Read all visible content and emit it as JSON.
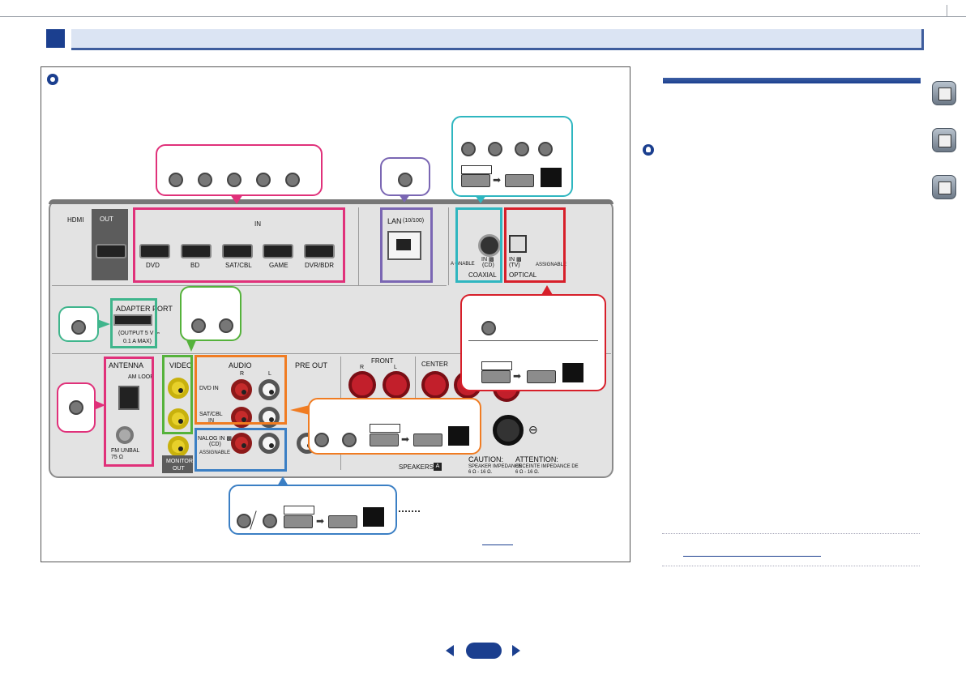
{
  "header": {
    "chapter_color": "#1b3f8f",
    "bar_color": "#dbe4f3"
  },
  "panel": {
    "hdmi": {
      "title": "HDMI",
      "out_label": "OUT",
      "in_label": "IN",
      "inputs": [
        "DVD",
        "BD",
        "SAT/CBL",
        "GAME",
        "DVR/BDR"
      ]
    },
    "lan": {
      "label": "LAN",
      "sub": "(10/100)"
    },
    "coaxial": {
      "assign_label": "A  GNABLE",
      "in_label": "IN ▩",
      "sub": "(CD)",
      "title": "COAXIAL"
    },
    "optical": {
      "in_label": "IN ▩",
      "sub": "(TV)",
      "assign_label": "ASSIGNABLE",
      "title": "OPTICAL"
    },
    "adapter": {
      "title": "ADAPTER PORT",
      "spec1": "(OUTPUT  5 V  ⎓",
      "spec2": "0.1 A  MAX)"
    },
    "antenna": {
      "title": "ANTENNA",
      "am": "AM LOOP",
      "fm1": "FM UNBAL",
      "fm2": "75 Ω"
    },
    "video": {
      "title": "VIDEO",
      "monitor1": "MONITOR",
      "monitor2": "OUT"
    },
    "audio": {
      "title": "AUDIO",
      "r": "R",
      "l": "L",
      "dvd_in": "DVD IN",
      "sat1": "SAT/CBL",
      "sat2": "IN",
      "analog1": "NALOG IN ▩",
      "analog2": "(CD)",
      "analog3": "ASSIGNABLE"
    },
    "preout": "PRE OUT",
    "speakers": {
      "front": "FRONT",
      "center": "CENTER",
      "r": "R",
      "l": "L",
      "label": "SPEAKERS",
      "badge": "A",
      "minus": "⊖"
    },
    "caution": {
      "title": "CAUTION:",
      "l1": "SPEAKER IMPEDANCE",
      "l2": "6 Ω - 16 Ω."
    },
    "attention": {
      "title": "ATTENTION:",
      "l1": "ENCEINTE IMPEDANCE DE",
      "l2": "6 Ω - 16 Ω."
    }
  },
  "colors": {
    "pink": "#e0317a",
    "purple": "#7a66b3",
    "cyan": "#2fb6c0",
    "red": "#d71f2a",
    "teal": "#3fb58c",
    "green": "#55b23b",
    "orange": "#f07c22",
    "blue": "#3b7fc4"
  },
  "icons": {
    "tip": "tip-bulb-icon",
    "note": "note-icon",
    "side": [
      "manual-book-icon",
      "remote-control-icon",
      "help-faq-icon"
    ],
    "nav": [
      "prev-page-icon",
      "next-page-icon"
    ]
  }
}
